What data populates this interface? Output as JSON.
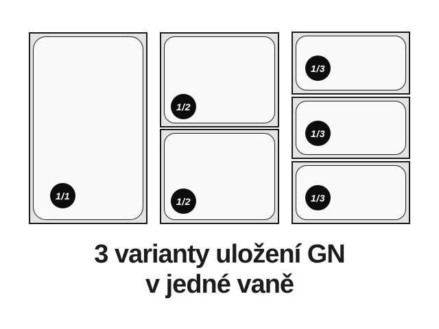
{
  "diagram": {
    "pans": {
      "full": {
        "label": "1/1"
      },
      "half_top": {
        "label": "1/2"
      },
      "half_bottom": {
        "label": "1/2"
      },
      "third_top": {
        "label": "1/3"
      },
      "third_middle": {
        "label": "1/3"
      },
      "third_bottom": {
        "label": "1/3"
      }
    },
    "colors": {
      "background": "#ffffff",
      "frame_fill": "#e4e4e4",
      "pan_fill": "#f9f9f9",
      "outline": "#1a1a1a",
      "badge_fill": "#0c0c0c",
      "badge_text": "#ffffff",
      "caption_text": "#1c1c1c"
    }
  },
  "caption": {
    "line1": "3 varianty uložení GN",
    "line2": "v jedné vaně"
  }
}
